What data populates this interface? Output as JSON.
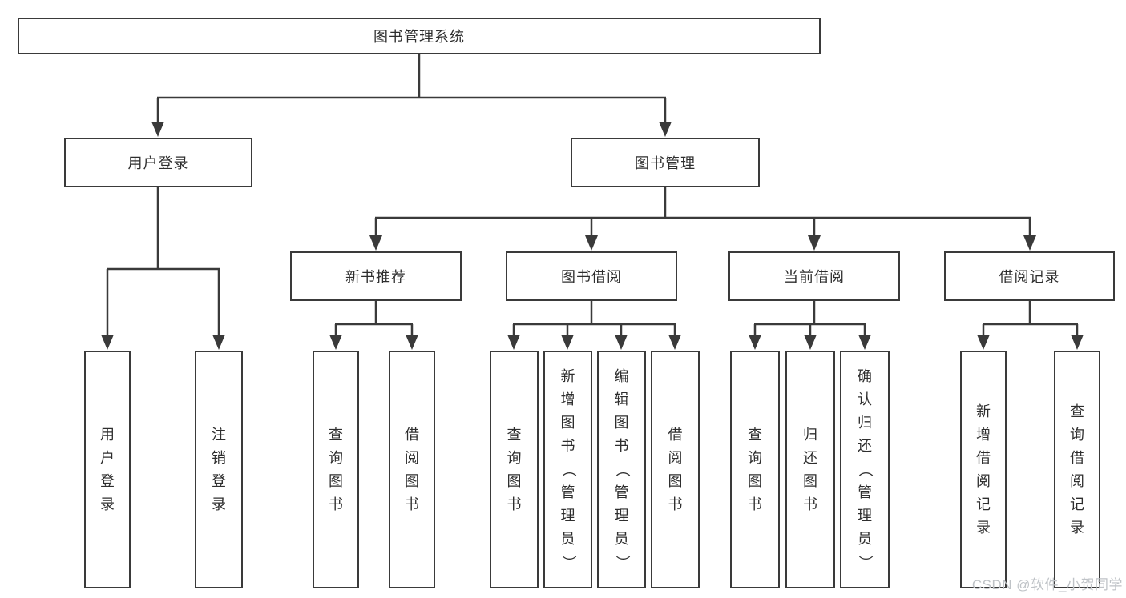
{
  "tree": {
    "root": {
      "label": "图书管理系统"
    },
    "level2": [
      {
        "label": "用户登录"
      },
      {
        "label": "图书管理"
      }
    ],
    "level3": [
      {
        "label": "新书推荐"
      },
      {
        "label": "图书借阅"
      },
      {
        "label": "当前借阅"
      },
      {
        "label": "借阅记录"
      }
    ],
    "leaves": {
      "user_login": [
        "用户登录",
        "注销登录"
      ],
      "new_book": [
        "查询图书",
        "借阅图书"
      ],
      "book_borrow": [
        "查询图书",
        "新增图书（管理员）",
        "编辑图书（管理员）",
        "借阅图书"
      ],
      "current_borrow": [
        "查询图书",
        "归还图书",
        "确认归还（管理员）"
      ],
      "borrow_record": [
        "新增借阅记录",
        "查询借阅记录"
      ]
    }
  },
  "watermark": "CSDN @软件_小贺同学",
  "colors": {
    "line": "#3a3a3a",
    "box_border": "#3a3a3a",
    "text": "#2e2e2e",
    "watermark": "#bfc3c7",
    "background": "#ffffff"
  }
}
